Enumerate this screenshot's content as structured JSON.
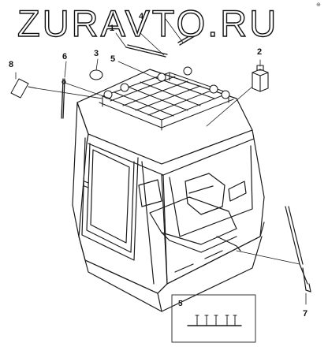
{
  "watermark": "ZURAVTO.RU",
  "corner_mark": "⊕",
  "callouts": {
    "c1": "1",
    "c2": "2",
    "c3": "3",
    "c4": "4",
    "c5": "5",
    "c6": "6",
    "c7": "7",
    "c8": "8",
    "inset": "5"
  }
}
